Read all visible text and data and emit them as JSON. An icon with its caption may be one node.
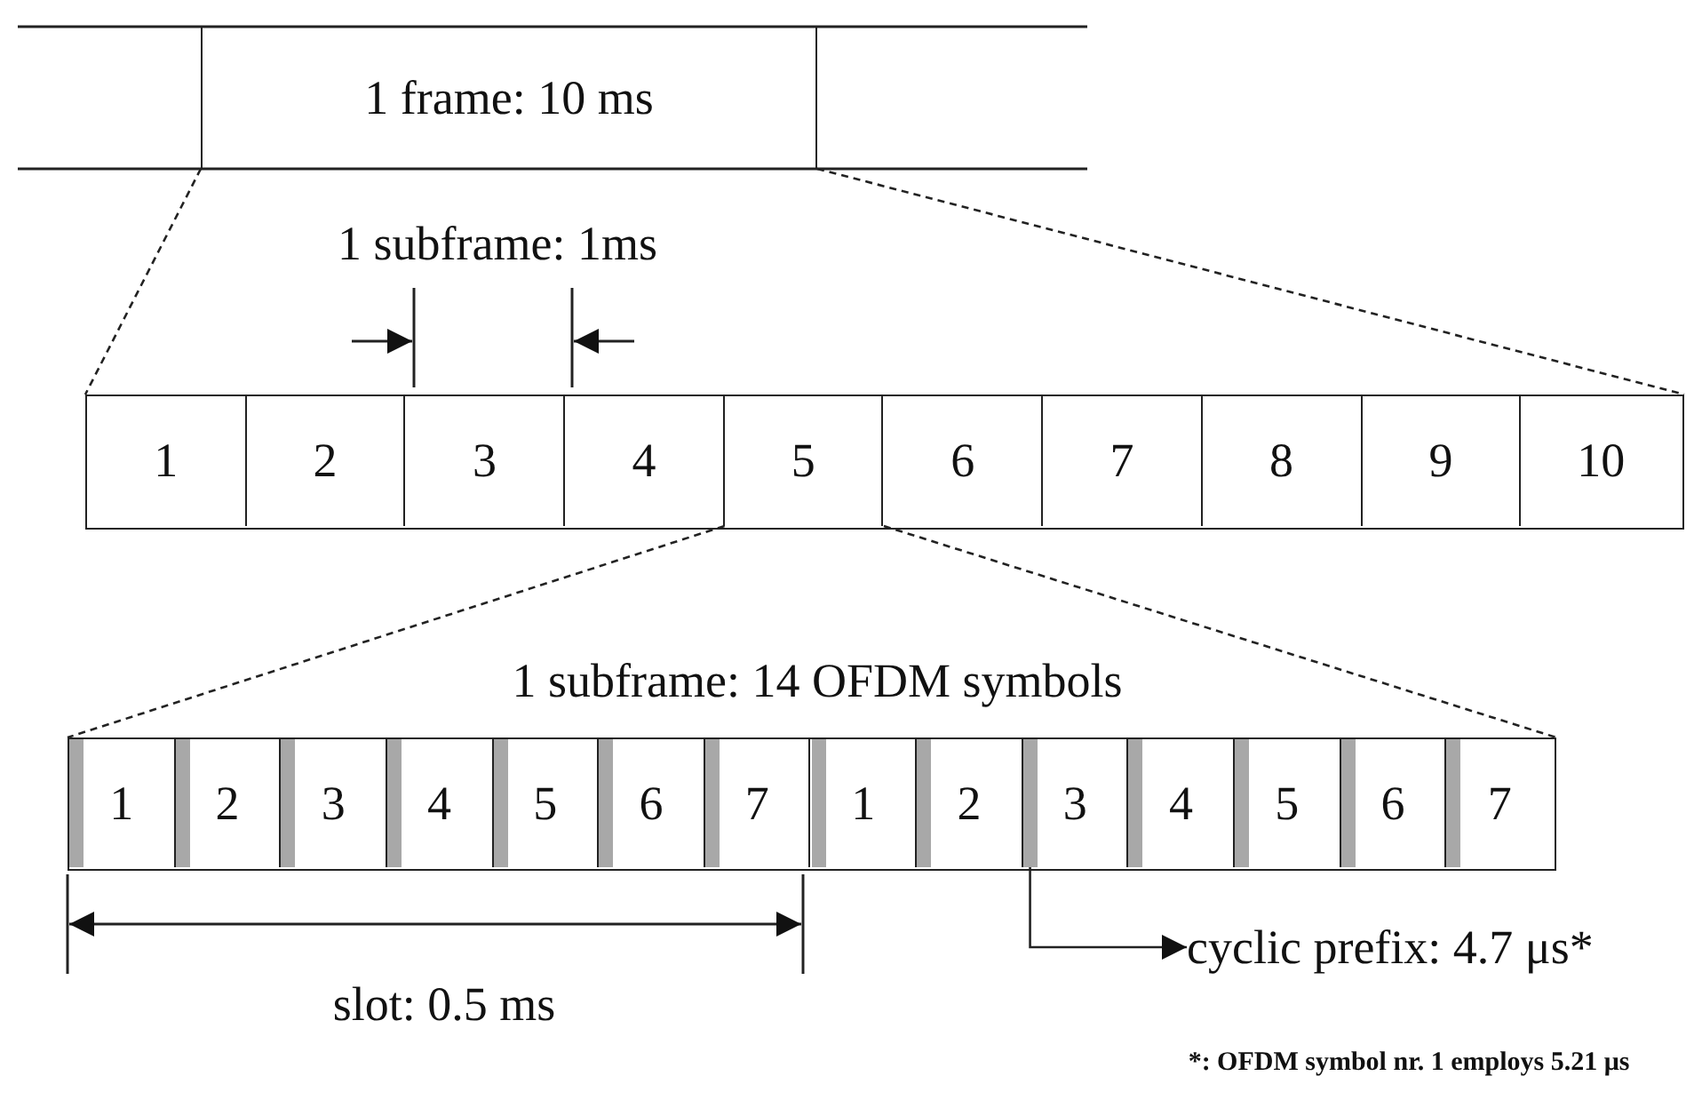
{
  "diagram": {
    "nodes": [
      {
        "text": [
          "1 frame: 10 ms"
        ]
      },
      {
        "text": [],
        "shape": "bar"
      },
      {
        "text": [
          "1"
        ],
        "in": 1
      },
      {
        "text": [
          "2"
        ],
        "in": 1
      },
      {
        "text": [
          "3"
        ],
        "in": 1
      },
      {
        "text": [
          "4"
        ],
        "in": 1
      },
      {
        "text": [
          "5"
        ],
        "in": 1
      },
      {
        "text": [
          "6"
        ],
        "in": 1
      },
      {
        "text": [
          "7"
        ],
        "in": 1
      },
      {
        "text": [
          "8"
        ],
        "in": 1
      },
      {
        "text": [
          "9"
        ],
        "in": 1
      },
      {
        "text": [
          "10"
        ],
        "in": 1
      },
      {
        "text": [],
        "shape": "bar"
      },
      {
        "text": [
          "1"
        ],
        "in": 12
      },
      {
        "text": [
          "2"
        ],
        "in": 12
      },
      {
        "text": [
          "3"
        ],
        "in": 12
      },
      {
        "text": [
          "4"
        ],
        "in": 12
      },
      {
        "text": [
          "5"
        ],
        "in": 12
      },
      {
        "text": [
          "6"
        ],
        "in": 12
      },
      {
        "text": [
          "7"
        ],
        "in": 12
      },
      {
        "text": [
          "1"
        ],
        "in": 12
      },
      {
        "text": [
          "2"
        ],
        "in": 12
      },
      {
        "text": [
          "3"
        ],
        "in": 12
      },
      {
        "text": [
          "4"
        ],
        "in": 12
      },
      {
        "text": [
          "5"
        ],
        "in": 12
      },
      {
        "text": [
          "6"
        ],
        "in": 12
      },
      {
        "text": [
          "7"
        ],
        "in": 12
      },
      {
        "text": [],
        "shape": "bar",
        "in": 22
      },
      {
        "text": [
          "cyclic prefix: 4.7 μs*"
        ]
      }
    ],
    "edges": [
      {
        "from": 0,
        "to": 1,
        "arrow": "none",
        "style": "dashed"
      },
      {
        "from": 0,
        "to": 1,
        "arrow": "none",
        "style": "dashed"
      },
      {
        "from": 6,
        "to": 12,
        "arrow": "none",
        "style": "dashed"
      },
      {
        "from": 6,
        "to": 12,
        "arrow": "none",
        "style": "dashed"
      },
      {
        "from": 27,
        "to": 28,
        "arrow": "to"
      }
    ],
    "labels": [
      "1 subframe: 1ms",
      "1 subframe: 14 OFDM symbols",
      "slot: 0.5 ms",
      "*: OFDM symbol nr. 1 employs 5.21 μs"
    ]
  }
}
